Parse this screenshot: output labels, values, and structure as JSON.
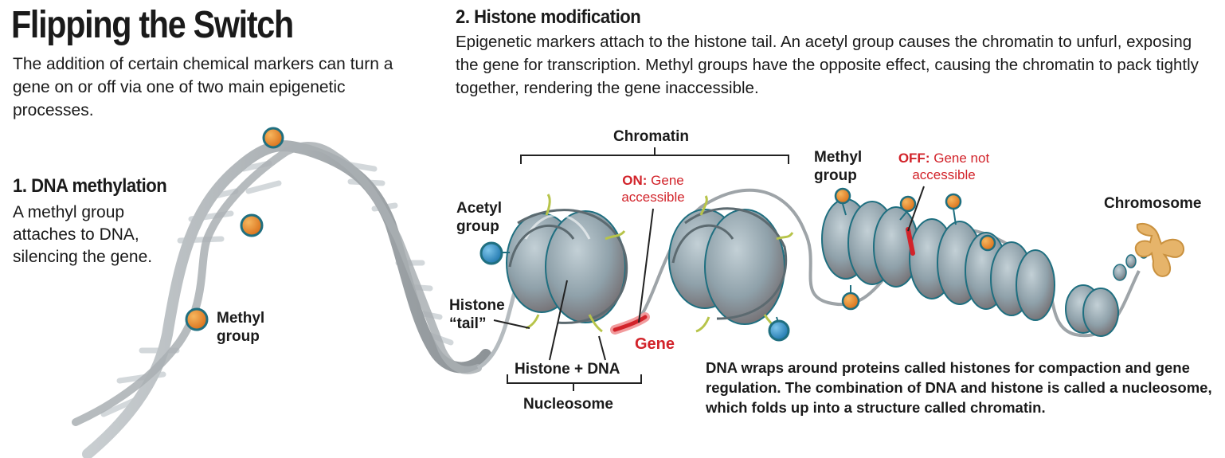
{
  "title": "Flipping the Switch",
  "intro": "The addition of certain chemical markers can turn a gene on or off via one of two main epigenetic processes.",
  "section1": {
    "heading": "1. DNA methylation",
    "body": "A methyl group attaches to DNA, silencing the gene.",
    "methyl_label": "Methyl group"
  },
  "section2": {
    "heading": "2. Histone modification",
    "body": "Epigenetic markers attach to the histone tail. An acetyl group causes the chromatin to unfurl, exposing the gene for transcription. Methyl groups have the opposite effect, causing the chromatin to pack tightly together, rendering the gene inaccessible."
  },
  "labels": {
    "chromatin": "Chromatin",
    "acetyl_group": "Acetyl group",
    "on_prefix": "ON:",
    "on_text": "Gene accessible",
    "histone_tail": "Histone “tail”",
    "gene": "Gene",
    "histone_dna": "Histone + DNA",
    "nucleosome": "Nucleosome",
    "methyl_group": "Methyl group",
    "off_prefix": "OFF:",
    "off_text": "Gene not accessible",
    "chromosome": "Chromosome"
  },
  "caption": "DNA wraps around proteins called histones for compaction and gene regulation. The combination of DNA and histone is called a nucleosome, which folds up into a structure called chromatin.",
  "colors": {
    "accent_red": "#d2232a",
    "methyl_orange": "#e8892b",
    "acetyl_blue": "#2f8fc4",
    "marker_ring": "#1f6f80",
    "histone_gray": "#8a9ba5",
    "dna_gray": "#9ea4a8",
    "chromosome_tan": "#e6b46a"
  }
}
